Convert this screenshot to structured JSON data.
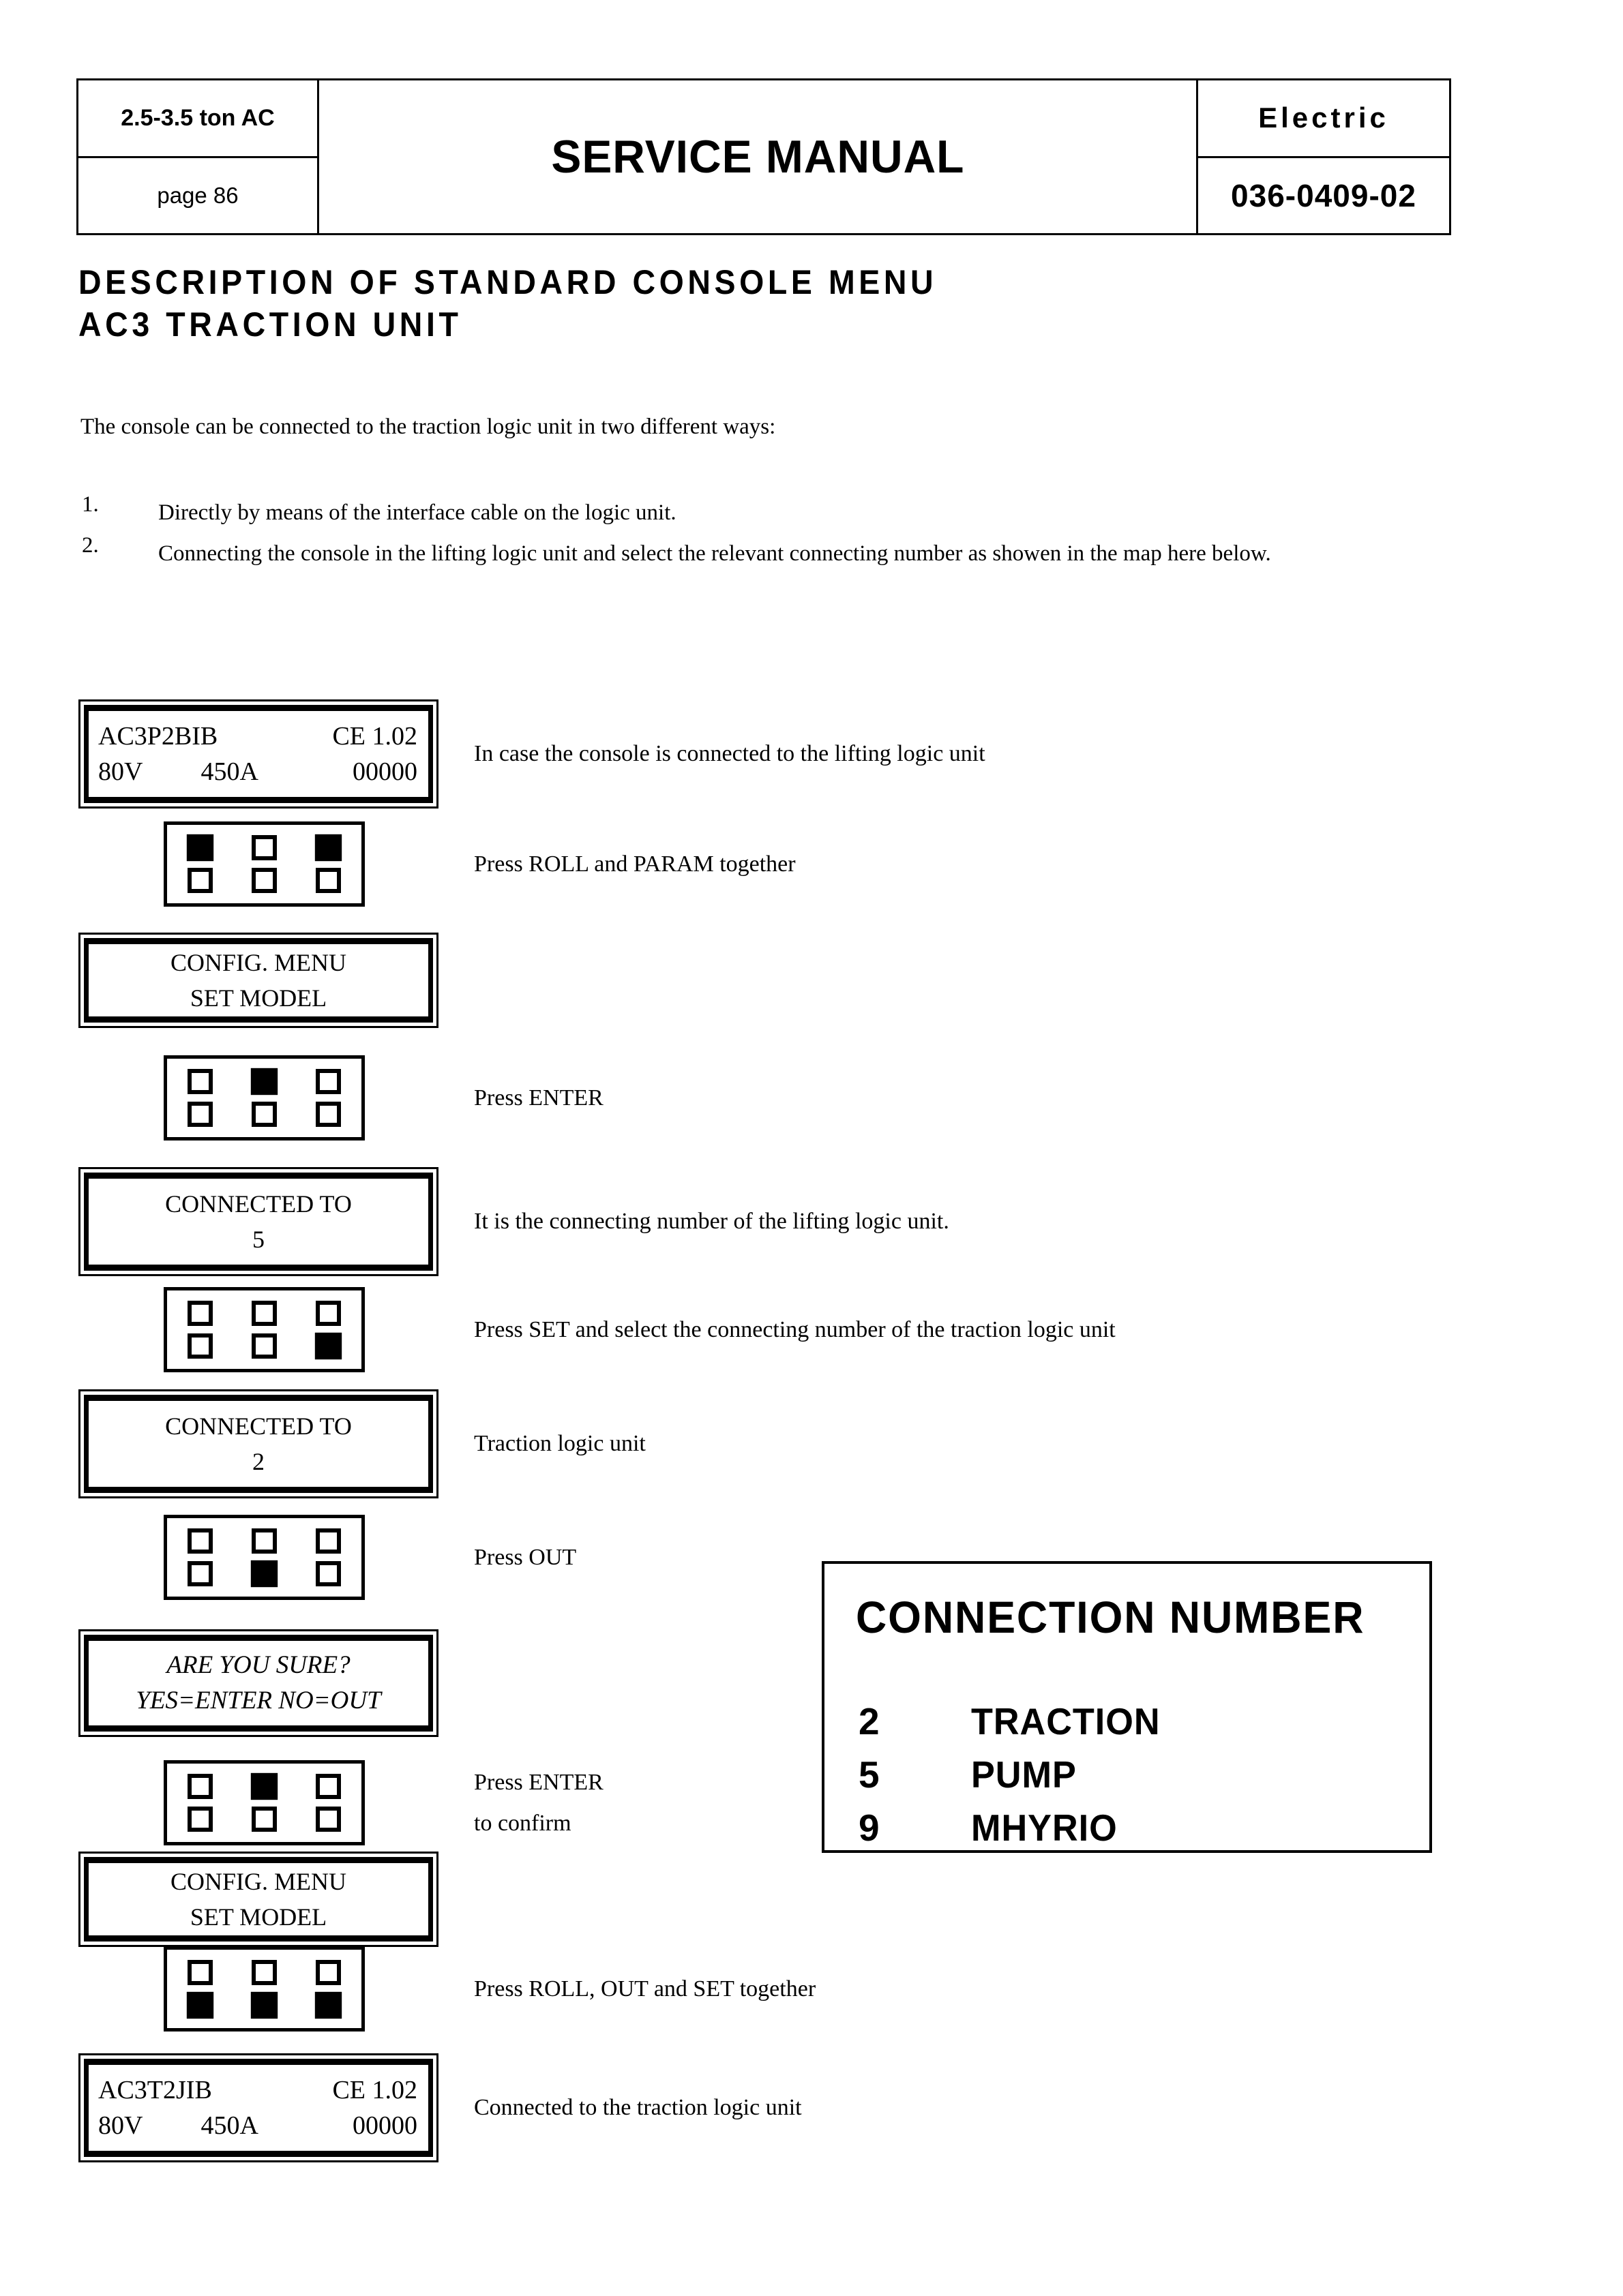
{
  "header": {
    "model": "2.5-3.5 ton AC",
    "page": "page 86",
    "title": "SERVICE MANUAL",
    "brand": "Electric",
    "doc_number": "036-0409-02"
  },
  "page_title": {
    "line1": "DESCRIPTION OF STANDARD CONSOLE MENU",
    "line2": "AC3 TRACTION UNIT"
  },
  "intro": "The console can be connected to the traction logic unit in two different ways:",
  "list": [
    {
      "num": "1.",
      "text": "Directly by means of the interface cable on the logic unit."
    },
    {
      "num": "2.",
      "text": "Connecting the console in the lifting logic unit and select the relevant connecting number as showen in the map here below."
    }
  ],
  "steps": [
    {
      "type": "lcd",
      "line1_left": "AC3P2BIB",
      "line1_right": "CE 1.02",
      "line2_a": "80V",
      "line2_b": "450A",
      "line2_c": "00000",
      "caption": "In case the console is connected to the lifting logic unit"
    },
    {
      "type": "panel",
      "keys": [
        1,
        0,
        1,
        0,
        0,
        0
      ],
      "caption": "Press ROLL and PARAM together"
    },
    {
      "type": "display",
      "line1": "CONFIG. MENU",
      "line2": "SET MODEL"
    },
    {
      "type": "panel",
      "keys": [
        0,
        1,
        0,
        0,
        0,
        0
      ],
      "caption": "Press ENTER"
    },
    {
      "type": "display",
      "line1": "CONNECTED TO",
      "line2": "5",
      "caption": "It is the connecting number of the lifting logic unit."
    },
    {
      "type": "panel",
      "keys": [
        0,
        0,
        0,
        0,
        0,
        1
      ],
      "caption": "Press SET and select the connecting number of the traction logic unit"
    },
    {
      "type": "display",
      "line1": "CONNECTED TO",
      "line2": "2",
      "caption": "Traction logic unit"
    },
    {
      "type": "panel",
      "keys": [
        0,
        0,
        0,
        0,
        1,
        0
      ],
      "caption": "Press OUT"
    },
    {
      "type": "display",
      "line1": "ARE YOU SURE?",
      "line2": "YES=ENTER NO=OUT"
    },
    {
      "type": "panel",
      "keys": [
        0,
        1,
        0,
        0,
        0,
        0
      ],
      "caption": "Press ENTER",
      "caption_line2": "to confirm"
    },
    {
      "type": "display",
      "line1": "CONFIG. MENU",
      "line2": "SET MODEL"
    },
    {
      "type": "panel",
      "keys": [
        0,
        0,
        0,
        1,
        1,
        1
      ],
      "caption": "Press ROLL, OUT and SET together"
    },
    {
      "type": "lcd",
      "line1_left": "AC3T2JIB",
      "line1_right": "CE 1.02",
      "line2_a": "80V",
      "line2_b": "450A",
      "line2_c": "00000",
      "caption": "Connected to the traction logic unit"
    }
  ],
  "connection_number": {
    "title": "CONNECTION NUMBER",
    "rows": [
      {
        "num": "2",
        "label": "TRACTION"
      },
      {
        "num": "5",
        "label": "PUMP"
      },
      {
        "num": "9",
        "label": "MHYRIO"
      }
    ]
  }
}
